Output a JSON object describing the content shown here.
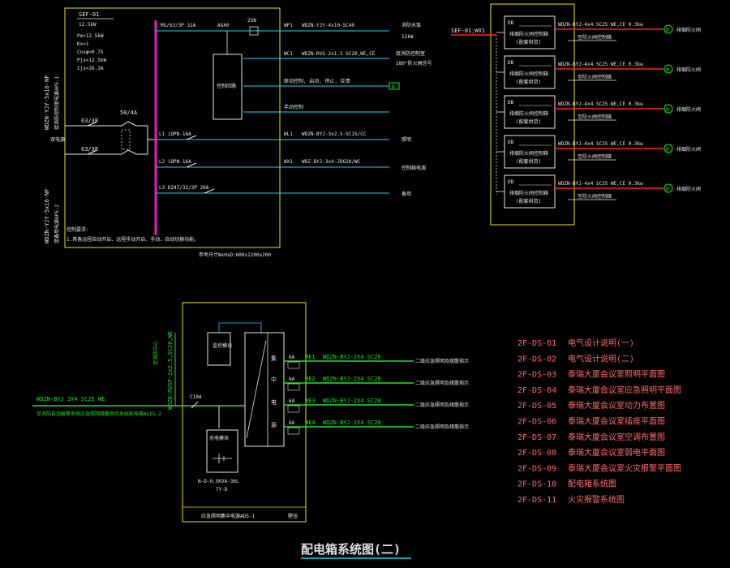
{
  "colors": {
    "background": "#000000",
    "box": "#e8e800",
    "line": "#e8e8e8",
    "feeder": "#18d8f8",
    "bus": "#e020c0",
    "incoming": "#ff2020",
    "green": "#18e818",
    "drawing_list": "#ff6b6b"
  },
  "top_left": {
    "panel_id": "SEF-01",
    "panel_kw": "12.5kW",
    "params": [
      "Pe=12.5kW",
      "Kx=1",
      "Cosφ=0.75",
      "Pjs=12.5kW",
      "Ijs=26.3A"
    ],
    "incoming_cables": [
      "WDZN-YJY-5x16-NF",
      "WDZN-YJY-5x16-NF"
    ],
    "incoming_notes": [
      "接消防控制室电源AP5-1",
      "接备用电源AP5-2"
    ],
    "dual_label": "双电源",
    "breaker_a": "63/3P",
    "breaker_b": "63/3P",
    "ats": "50/4A",
    "outgoing": [
      {
        "breaker": "MS/63/3P 32A",
        "contactor": "AX40",
        "relay": "25N",
        "circuit": "WP1",
        "cable": "WDZN-YJY-4x10-SC40",
        "load": "消防水泵",
        "power": "11kW"
      },
      {
        "breaker": "",
        "contactor": "",
        "relay": "",
        "circuit": "WC1",
        "cable": "WDZN-RVS-2x1.5 SC20,WE,CE",
        "load": "接消防控制室",
        "power": "280°防火阀信号"
      },
      {
        "breaker": "L1  iDPN-16A",
        "contactor": "",
        "relay": "",
        "circuit": "WL1",
        "cable": "WDZN-BYJ-3x2.5-SC15/CC",
        "load": "照明",
        "power": ""
      },
      {
        "breaker": "L2  iDPN-16A",
        "contactor": "",
        "relay": "",
        "circuit": "WX1",
        "cable": "WDZ-BYJ-3x4-JDG20/WC",
        "load": "控制箱电源",
        "power": ""
      },
      {
        "breaker": "L3  DZ47/32/3P 20A",
        "contactor": "",
        "relay": "",
        "circuit": "",
        "cable": "",
        "load": "备用",
        "power": ""
      }
    ],
    "control_box": "控制回路",
    "control_lines": [
      "联动控制, 启动, 停止, 反馈",
      "手动控制"
    ],
    "control_tag": "N",
    "notes_title": "控制要求:",
    "notes": [
      "1.具备远程自动开启、远程手动开启、手动、自动切换功能。"
    ],
    "box_size": "参考尺寸WxHxD:600x1200x200"
  },
  "top_right": {
    "feed": "SEF-01;WX1",
    "boxes": [
      {
        "tag": "DB",
        "name": "排烟防火阀控制箱",
        "sub": "(配套供货)",
        "cable": "WDZN-BYJ-4x4 SC25 WE,CE 0.3kw",
        "note": "至防火阀控制箱",
        "motor": "M",
        "load": "排烟防火阀"
      },
      {
        "tag": "DB",
        "name": "排烟防火阀控制箱",
        "sub": "(配套供货)",
        "cable": "WDZN-BYJ-4x4 SC25 WE,CE 0.3kw",
        "note": "至防火阀控制箱",
        "motor": "M",
        "load": "排烟防火阀"
      },
      {
        "tag": "DB",
        "name": "排烟防火阀控制箱",
        "sub": "(配套供货)",
        "cable": "WDZN-BYJ-4x4 SC25 WE,CE 0.3kw",
        "note": "至防火阀控制箱",
        "motor": "M",
        "load": "排烟防火阀"
      },
      {
        "tag": "DB",
        "name": "排烟防火阀控制箱",
        "sub": "(配套供货)",
        "cable": "WDZN-BYJ-4x4 SC25 WE,CE 0.3kw",
        "note": "至防火阀控制箱",
        "motor": "M",
        "load": "排烟防火阀"
      },
      {
        "tag": "DB",
        "name": "排烟防火阀控制箱",
        "sub": "(配套供货)",
        "cable": "WDZN-BYJ-4x4 SC25 WE,CE 0.3kw",
        "note": "至防火阀控制箱",
        "motor": "M",
        "load": "排烟防火阀"
      }
    ]
  },
  "bottom": {
    "vertical_cable": "WDZN-RVSP-2x2.5,SC20,WE",
    "vertical_note": "至消防中心",
    "incoming_cable": "WDZN-BYJ 3X4 SC25 WE",
    "incoming_note": "至消防自动报警系统应急照明疏散指示系统配电箱ALE5-2",
    "breaker": "C10A",
    "monitor_box": "监控模块",
    "battery_box": "充电模块",
    "inverter": "N-D-0.5KVA-36L",
    "inverter_sub": "TY-D",
    "module_labels": [
      "集",
      "中",
      "电",
      "源"
    ],
    "outputs": [
      {
        "rating": "6A",
        "circuit": "WE1",
        "cable": "WDZN-BYJ-2X4 SC20",
        "note": "二级应急照明及疏散指示"
      },
      {
        "rating": "6A",
        "circuit": "WE2",
        "cable": "WDZN-BYJ-2X4 SC20",
        "note": "二级应急照明及疏散指示"
      },
      {
        "rating": "6A",
        "circuit": "WE3",
        "cable": "WDZN-BYJ-2X4 SC20",
        "note": "二级应急照明及疏散指示"
      },
      {
        "rating": "6A",
        "circuit": "WE4",
        "cable": "WDZN-BYJ-2X4 SC20",
        "note": "二级应急照明及疏散指示"
      }
    ],
    "box_label": "应急照明集中电源ADS-1",
    "box_label_right": "壁挂"
  },
  "drawing_list": [
    {
      "no": "2F-DS-01",
      "title": "电气设计说明(一)"
    },
    {
      "no": "2F-DS-02",
      "title": "电气设计说明(二)"
    },
    {
      "no": "2F-DS-03",
      "title": "泰瑞大厦会议室照明平面图"
    },
    {
      "no": "2F-DS-04",
      "title": "泰瑞大厦会议室应急照明平面图"
    },
    {
      "no": "2F-DS-05",
      "title": "泰瑞大厦会议室动力布置图"
    },
    {
      "no": "2F-DS-06",
      "title": "泰瑞大厦会议室插座平面图"
    },
    {
      "no": "2F-DS-07",
      "title": "泰瑞大厦会议室空调布置图"
    },
    {
      "no": "2F-DS-08",
      "title": "泰瑞大厦会议室弱电平面图"
    },
    {
      "no": "2F-DS-09",
      "title": "泰瑞大厦会议室火灾报警平面图"
    },
    {
      "no": "2F-DS-10",
      "title": "配电箱系统图"
    },
    {
      "no": "2F-DS-11",
      "title": "火灾报警系统图"
    }
  ],
  "page_title": "配电箱系统图(二)"
}
